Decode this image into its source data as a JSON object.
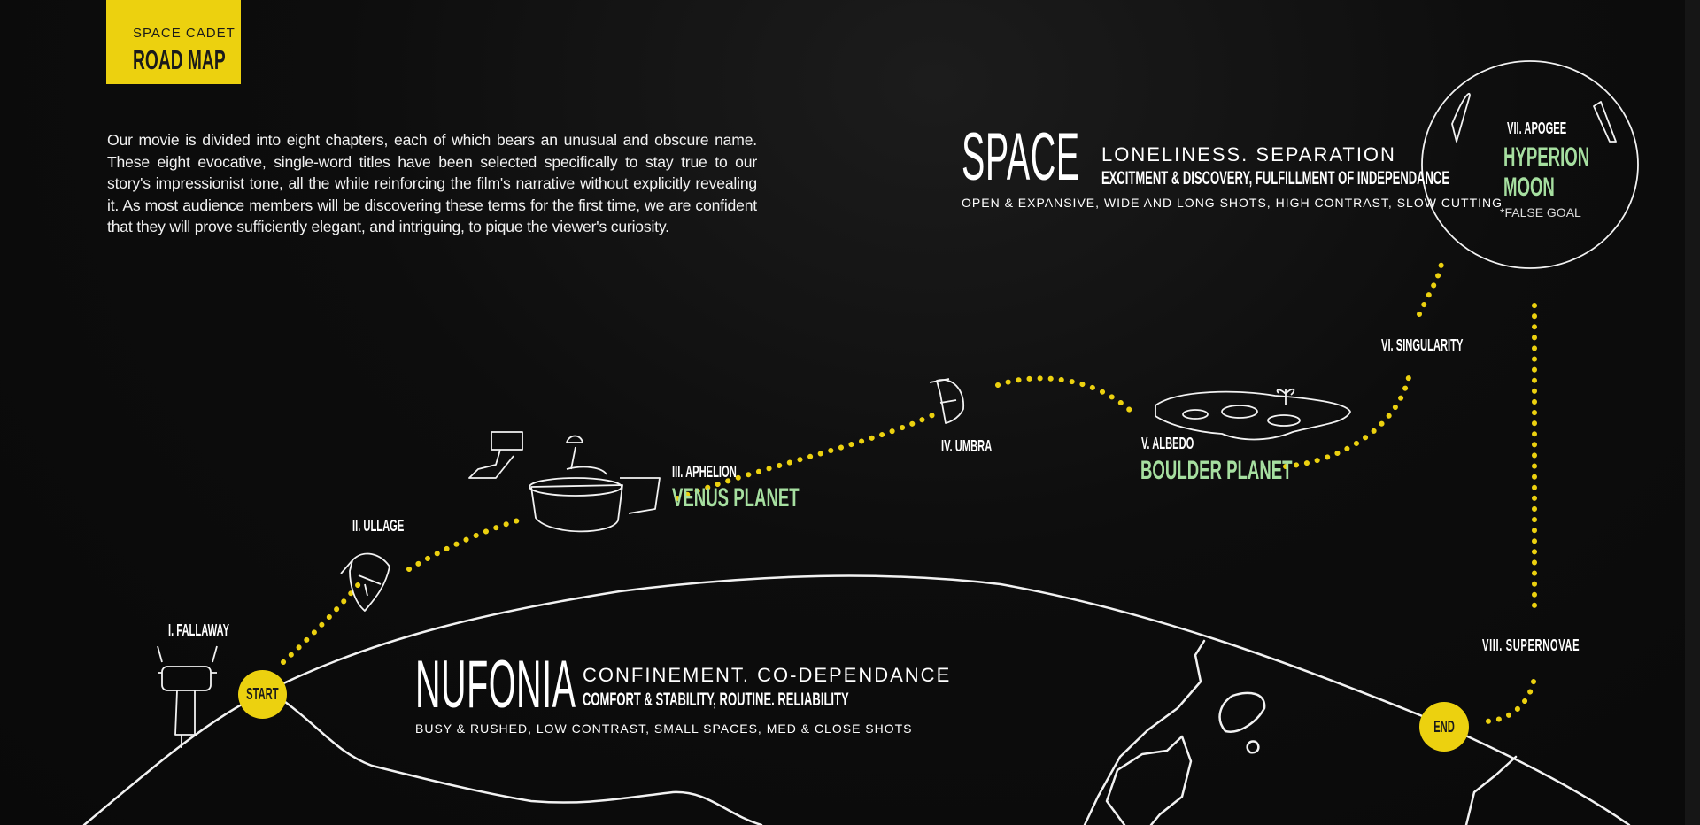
{
  "logo": {
    "line1": "SPACE CADET",
    "line2": "ROAD MAP"
  },
  "intro": "Our movie is divided into eight chapters, each of which bears an unusual and obscure name. These eight evocative, single-word titles have been selected specifically to stay true to our story's impressionist tone, all the while reinforcing the film's narrative without explicitly revealing it. As most audience members will be discovering these terms for the first time, we are confident that they will prove sufficiently elegant, and intriguing, to pique the viewer's curiosity.",
  "space": {
    "title": "SPACE",
    "theme": "LONELINESS. SEPARATION",
    "feeling": "EXCITMENT & DISCOVERY, FULFILLMENT OF INDEPENDANCE",
    "style": "OPEN & EXPANSIVE, WIDE AND LONG SHOTS, HIGH CONTRAST, SLOW CUTTING"
  },
  "nufonia": {
    "title": "NUFONIA",
    "theme": "CONFINEMENT. CO-DEPENDANCE",
    "feeling": "COMFORT & STABILITY,  ROUTINE. RELIABILITY",
    "style": "BUSY & RUSHED, LOW CONTRAST, SMALL SPACES, MED & CLOSE SHOTS"
  },
  "start_label": "START",
  "end_label": "END",
  "chapters": [
    {
      "label": "I. FALLAWAY"
    },
    {
      "label": "II. ULLAGE"
    },
    {
      "label": "III. APHELION",
      "place": "VENUS PLANET"
    },
    {
      "label": "IV. UMBRA"
    },
    {
      "label": "V. ALBEDO",
      "place": "BOULDER PLANET"
    },
    {
      "label": "VI. SINGULARITY"
    },
    {
      "label": "VII. APOGEE",
      "place": "HYPERION MOON",
      "place_line1": "HYPERION",
      "place_line2": "MOON",
      "note": "*FALSE GOAL"
    },
    {
      "label": "VIII. SUPERNOVAE"
    }
  ],
  "colors": {
    "accent": "#ecd10f",
    "place": "#a6dfa0",
    "background": "#0b0b0b"
  }
}
